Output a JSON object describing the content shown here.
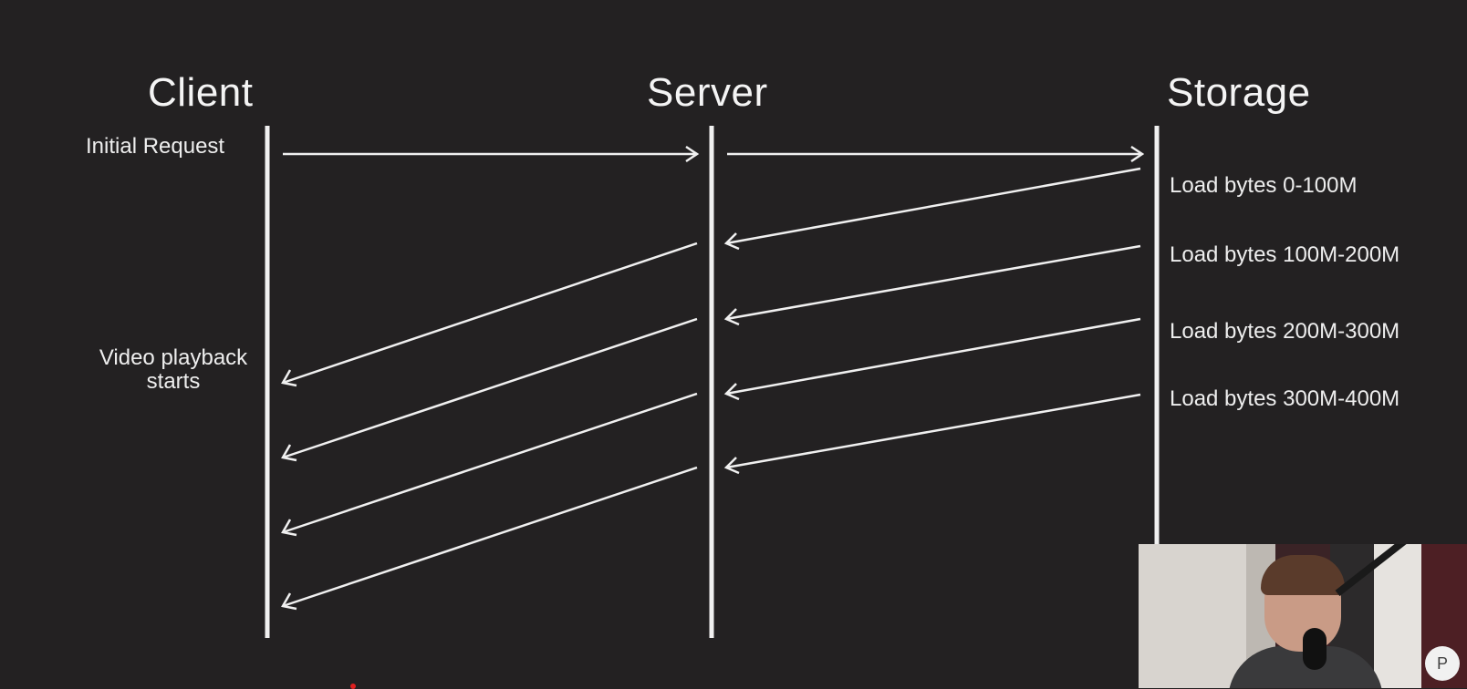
{
  "diagram": {
    "lanes": [
      {
        "id": "client",
        "label": "Client"
      },
      {
        "id": "server",
        "label": "Server"
      },
      {
        "id": "storage",
        "label": "Storage"
      }
    ],
    "client_notes": {
      "initial_request": "Initial Request",
      "playback_line1": "Video playback",
      "playback_line2": "starts"
    },
    "storage_notes": [
      "Load bytes 0-100M",
      "Load bytes 100M-200M",
      "Load bytes 200M-300M",
      "Load bytes 300M-400M"
    ],
    "messages": [
      {
        "from": "client",
        "to": "server",
        "kind": "request"
      },
      {
        "from": "server",
        "to": "storage",
        "kind": "request"
      },
      {
        "from": "storage",
        "to": "server",
        "kind": "chunk",
        "index": 0
      },
      {
        "from": "storage",
        "to": "server",
        "kind": "chunk",
        "index": 1
      },
      {
        "from": "storage",
        "to": "server",
        "kind": "chunk",
        "index": 2
      },
      {
        "from": "storage",
        "to": "server",
        "kind": "chunk",
        "index": 3
      },
      {
        "from": "server",
        "to": "client",
        "kind": "chunk",
        "index": 0
      },
      {
        "from": "server",
        "to": "client",
        "kind": "chunk",
        "index": 1
      },
      {
        "from": "server",
        "to": "client",
        "kind": "chunk",
        "index": 2
      },
      {
        "from": "server",
        "to": "client",
        "kind": "chunk",
        "index": 3
      }
    ]
  },
  "colors": {
    "background": "#232122",
    "line": "#f0f0f0"
  },
  "overlay": {
    "badge_glyph": "P"
  }
}
